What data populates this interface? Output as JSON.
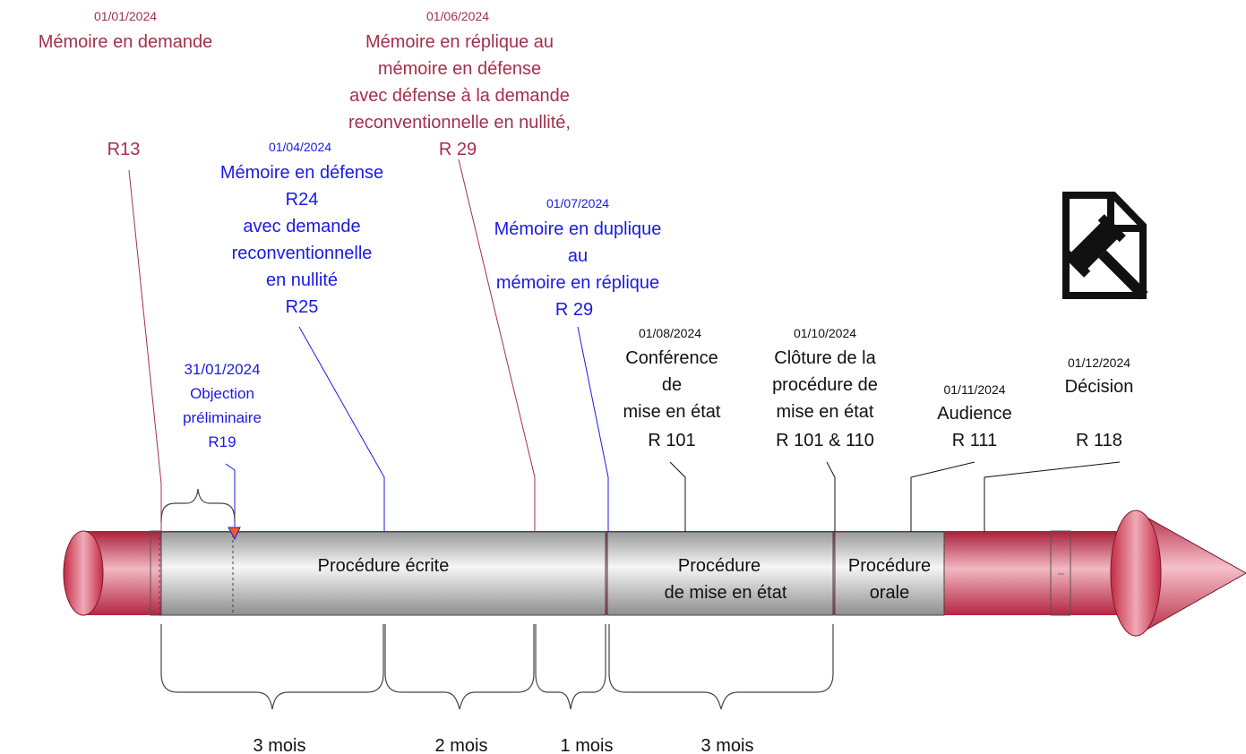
{
  "colors": {
    "party_plaintiff": "#a3304a",
    "party_defendant": "#1a1ae6",
    "court": "#111111",
    "arrow_red": "#c8253f",
    "arrow_grey": "#bdbdbd"
  },
  "events": {
    "e1": {
      "date": "01/01/2024",
      "lines": [
        "Mémoire en demande",
        "",
        "",
        "",
        "R13"
      ]
    },
    "e2": {
      "date": "01/06/2024",
      "lines": [
        "Mémoire en réplique au",
        "mémoire en défense",
        "avec défense à la demande",
        "reconventionnelle en nullité,",
        "R 29"
      ]
    },
    "e3": {
      "date": "01/04/2024",
      "lines": [
        "Mémoire en défense",
        "R24",
        "avec demande",
        "reconventionnelle",
        "en nullité",
        "R25"
      ]
    },
    "e4": {
      "date": "01/07/2024",
      "lines": [
        "Mémoire en duplique",
        "au",
        "mémoire en réplique",
        "R 29"
      ]
    },
    "e5": {
      "date": "31/01/2024",
      "lines": [
        "Objection",
        "préliminaire",
        "R19"
      ]
    },
    "e6": {
      "date": "01/08/2024",
      "lines": [
        "Conférence",
        "de",
        "mise en état",
        "R 101"
      ]
    },
    "e7": {
      "date": "01/10/2024",
      "lines": [
        "Clôture de la",
        "procédure de",
        "mise en état",
        "R 101 & 110"
      ]
    },
    "e8": {
      "date": "01/11/2024",
      "lines": [
        "Audience",
        "R 111"
      ]
    },
    "e9": {
      "date": "01/12/2024",
      "lines": [
        "Décision",
        "",
        "R 118"
      ]
    }
  },
  "phases": {
    "written": "Procédure écrite",
    "pretrial": [
      "Procédure",
      "de mise en état"
    ],
    "oral": [
      "Procédure",
      "orale"
    ]
  },
  "durations": [
    "3 mois",
    "2 mois",
    "1 mois",
    "3 mois"
  ],
  "icon": "judgment-document-gavel-icon"
}
